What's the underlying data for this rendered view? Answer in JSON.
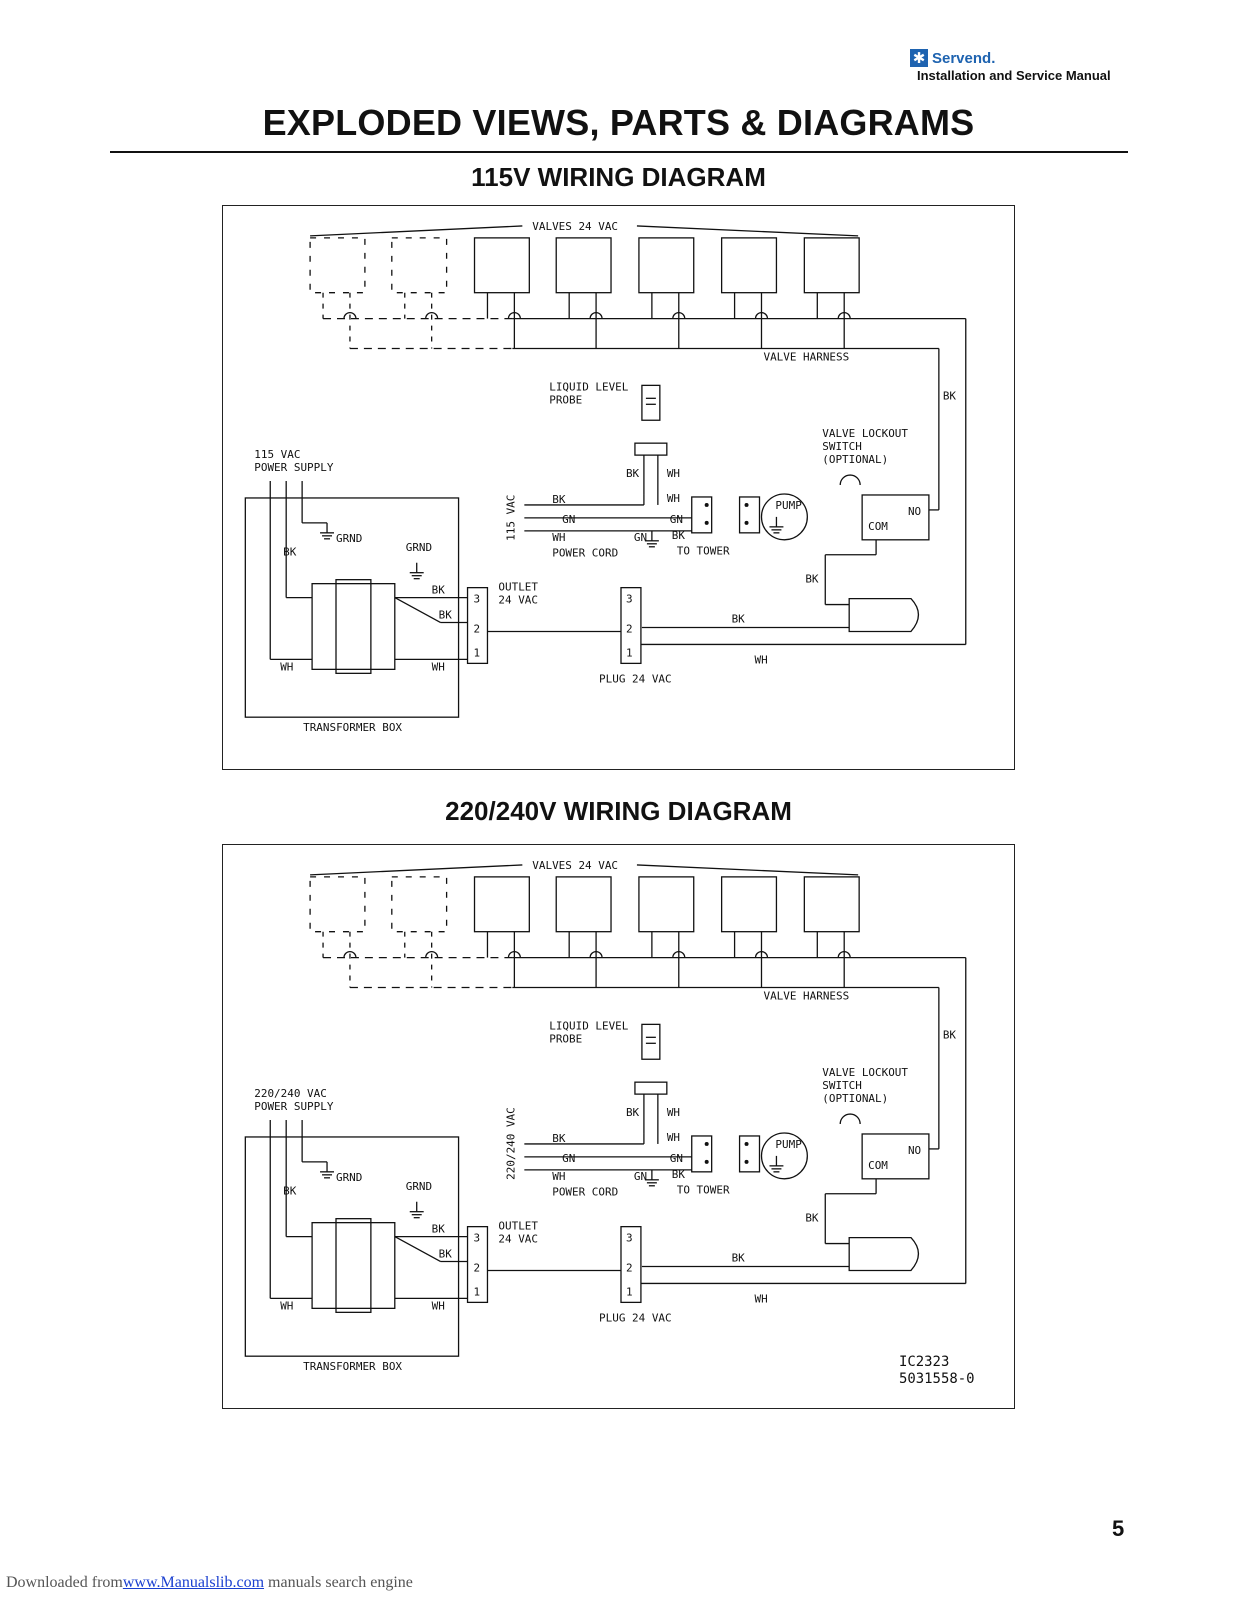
{
  "header": {
    "brand": "Servend.",
    "brand_icon": "snowflake-icon",
    "subtitle": "Installation and Service Manual"
  },
  "page_title": "EXPLODED VIEWS, PARTS & DIAGRAMS",
  "diagrams": [
    {
      "title": "115V WIRING DIAGRAM",
      "labels": {
        "valves": "VALVES 24 VAC",
        "harness": "VALVE HARNESS",
        "probe_1": "LIQUID LEVEL",
        "probe_2": "PROBE",
        "switch_1": "VALVE LOCKOUT",
        "switch_2": "SWITCH",
        "switch_3": "(OPTIONAL)",
        "supply_1": "115 VAC",
        "supply_2": "POWER SUPPLY",
        "cord_voltage": "115 VAC",
        "power_cord": "POWER CORD",
        "to_tower": "TO TOWER",
        "pump": "PUMP",
        "no": "NO",
        "com": "COM",
        "grnd": "GRND",
        "outlet_1": "OUTLET",
        "outlet_2": "24 VAC",
        "plug": "PLUG 24 VAC",
        "transformer_box": "TRANSFORMER BOX",
        "bk": "BK",
        "wh": "WH",
        "gn": "GN",
        "pin3": "3",
        "pin2": "2",
        "pin1": "1"
      }
    },
    {
      "title": "220/240V WIRING DIAGRAM",
      "labels": {
        "valves": "VALVES 24 VAC",
        "harness": "VALVE HARNESS",
        "probe_1": "LIQUID LEVEL",
        "probe_2": "PROBE",
        "switch_1": "VALVE LOCKOUT",
        "switch_2": "SWITCH",
        "switch_3": "(OPTIONAL)",
        "supply_1": "220/240 VAC",
        "supply_2": "POWER SUPPLY",
        "cord_voltage": "220/240 VAC",
        "power_cord": "POWER CORD",
        "to_tower": "TO TOWER",
        "pump": "PUMP",
        "no": "NO",
        "com": "COM",
        "grnd": "GRND",
        "outlet_1": "OUTLET",
        "outlet_2": "24 VAC",
        "plug": "PLUG 24 VAC",
        "transformer_box": "TRANSFORMER BOX",
        "bk": "BK",
        "wh": "WH",
        "gn": "GN",
        "pin3": "3",
        "pin2": "2",
        "pin1": "1",
        "drawing_id": "IC2323",
        "part_number": "5031558-0"
      }
    }
  ],
  "page_number": "5",
  "footer": {
    "prefix": "Downloaded from",
    "link": "www.Manualslib.com",
    "suffix": "manuals search engine"
  }
}
